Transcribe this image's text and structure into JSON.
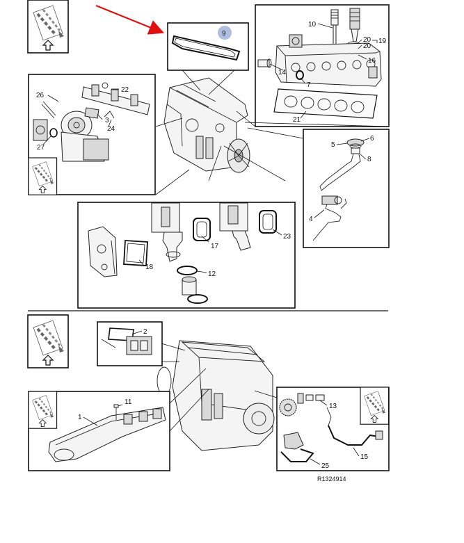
{
  "callouts": [
    {
      "id": "c9",
      "text": "9"
    },
    {
      "id": "c10",
      "text": "10"
    },
    {
      "id": "c20a",
      "text": "20"
    },
    {
      "id": "c19",
      "text": "19"
    },
    {
      "id": "c20b",
      "text": "20"
    },
    {
      "id": "c16",
      "text": "16"
    },
    {
      "id": "c14",
      "text": "14"
    },
    {
      "id": "c7",
      "text": "7"
    },
    {
      "id": "c21",
      "text": "21"
    },
    {
      "id": "c26",
      "text": "26"
    },
    {
      "id": "c22",
      "text": "22"
    },
    {
      "id": "c3",
      "text": "3"
    },
    {
      "id": "c24",
      "text": "24"
    },
    {
      "id": "c27",
      "text": "27"
    },
    {
      "id": "c5",
      "text": "5"
    },
    {
      "id": "c6",
      "text": "6"
    },
    {
      "id": "c8",
      "text": "8"
    },
    {
      "id": "c4",
      "text": "4"
    },
    {
      "id": "c17",
      "text": "17"
    },
    {
      "id": "c23",
      "text": "23"
    },
    {
      "id": "c18",
      "text": "18"
    },
    {
      "id": "c12",
      "text": "12"
    },
    {
      "id": "c2",
      "text": "2"
    },
    {
      "id": "c11",
      "text": "11"
    },
    {
      "id": "c1",
      "text": "1"
    },
    {
      "id": "c13",
      "text": "13"
    },
    {
      "id": "c15",
      "text": "15"
    },
    {
      "id": "c25",
      "text": "25"
    }
  ],
  "figure_code": "R1324914",
  "highlight": {
    "color": "#aebfe0",
    "arrow_color": "#e01010"
  }
}
